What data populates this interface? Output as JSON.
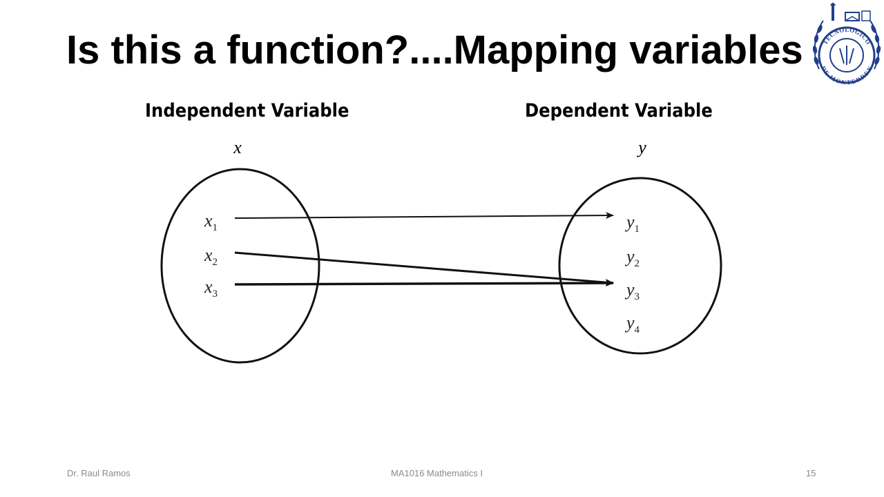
{
  "slide": {
    "title": "Is this a function?....Mapping variables",
    "left_heading": "Independent Variable",
    "right_heading": "Dependent Variable"
  },
  "diagram": {
    "domain_label": "x",
    "codomain_label": "y",
    "domain": [
      {
        "base": "x",
        "sub": "1"
      },
      {
        "base": "x",
        "sub": "2"
      },
      {
        "base": "x",
        "sub": "3"
      }
    ],
    "codomain": [
      {
        "base": "y",
        "sub": "1"
      },
      {
        "base": "y",
        "sub": "2"
      },
      {
        "base": "y",
        "sub": "3"
      },
      {
        "base": "y",
        "sub": "4"
      }
    ],
    "mappings": [
      {
        "from": 0,
        "to": 0
      },
      {
        "from": 1,
        "to": 2
      },
      {
        "from": 2,
        "to": 2
      }
    ]
  },
  "footer": {
    "author": "Dr. Raul Ramos",
    "course": "MA1016 Mathematics I",
    "page": "15"
  },
  "logo": {
    "text_top": "TECNOLOGICO",
    "text_bottom": "DE MONTERREY",
    "color": "#1f3f8a"
  }
}
